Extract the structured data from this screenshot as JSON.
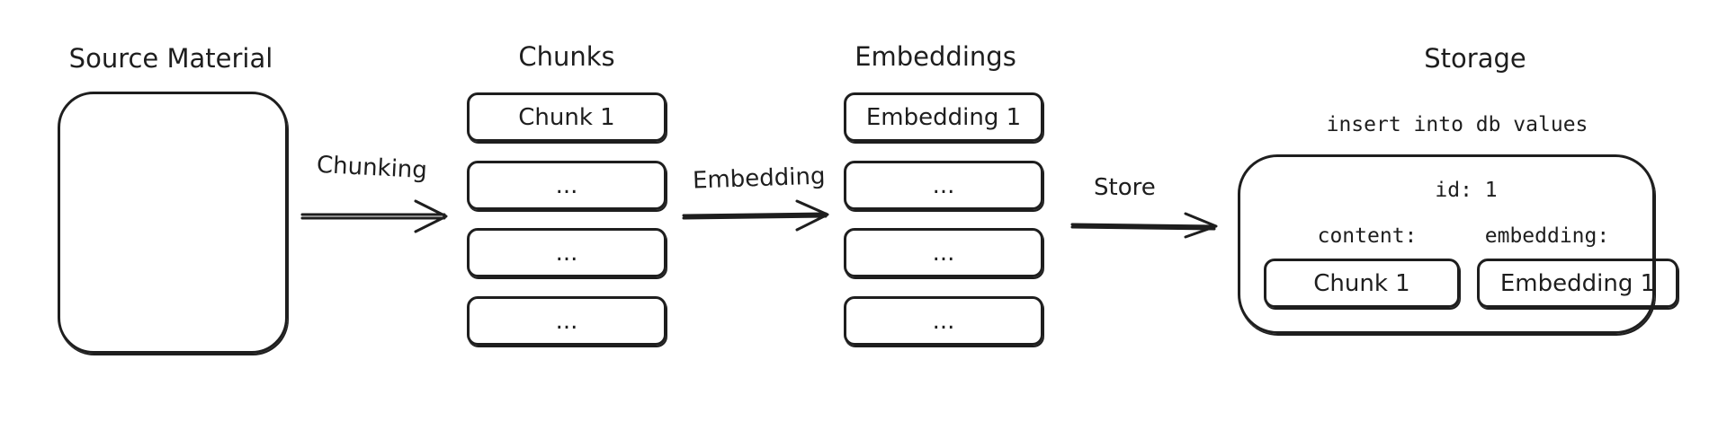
{
  "columns": {
    "source": {
      "title": "Source Material"
    },
    "chunks": {
      "title": "Chunks",
      "items": [
        "Chunk 1",
        "...",
        "...",
        "..."
      ]
    },
    "embeddings": {
      "title": "Embeddings",
      "items": [
        "Embedding 1",
        "...",
        "...",
        "..."
      ]
    },
    "storage": {
      "title": "Storage"
    }
  },
  "arrows": {
    "chunking": "Chunking",
    "embedding": "Embedding",
    "store": "Store"
  },
  "storage": {
    "statement": "insert into db values",
    "id_line": "id: 1",
    "content_label": "content:",
    "embedding_label": "embedding:",
    "content_value": "Chunk 1",
    "embedding_value": "Embedding 1"
  }
}
